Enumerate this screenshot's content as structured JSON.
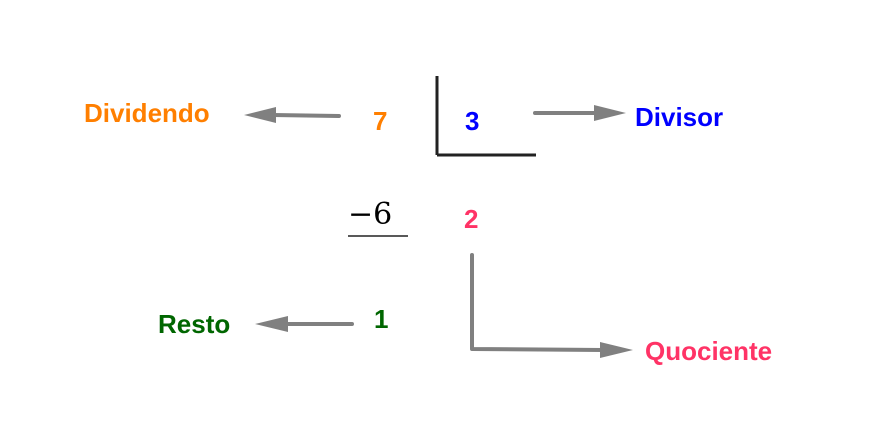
{
  "diagram": {
    "dividend": {
      "value": "7",
      "label": "Dividendo",
      "color": "#ff7f00"
    },
    "divisor": {
      "value": "3",
      "label": "Divisor",
      "color": "#0000ff"
    },
    "subtraction": {
      "value": "−6"
    },
    "quotient": {
      "value": "2",
      "label": "Quociente",
      "color": "#ff3366"
    },
    "remainder": {
      "value": "1",
      "label": "Resto",
      "color": "#006600"
    },
    "arrow_color": "#808080",
    "bracket_color": "#222222"
  }
}
